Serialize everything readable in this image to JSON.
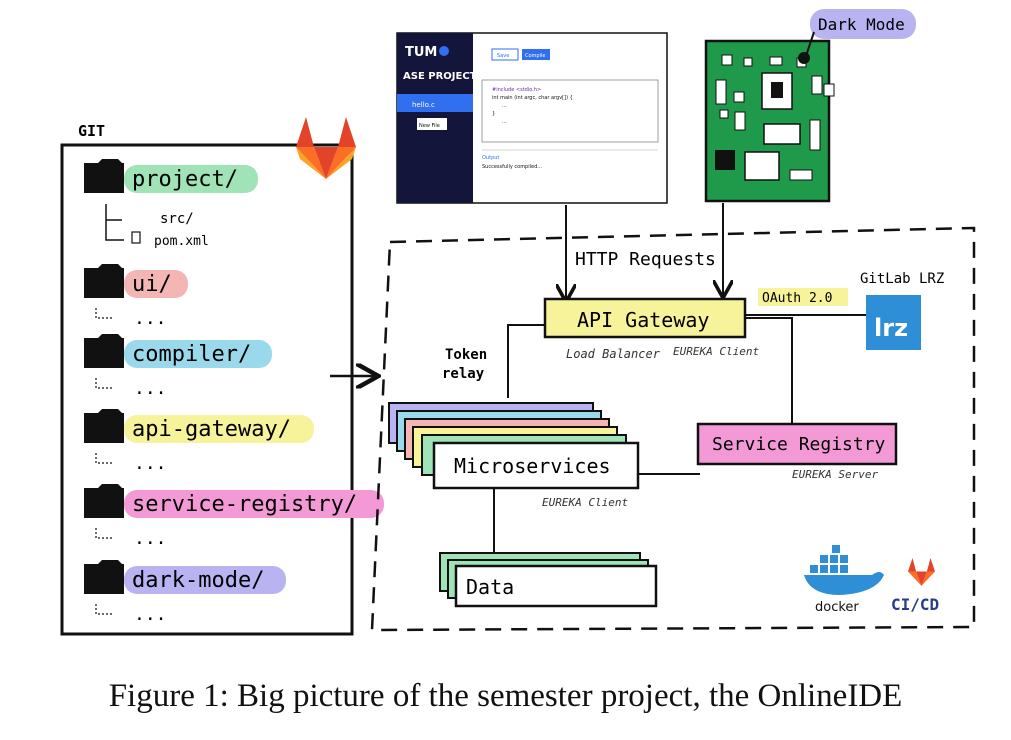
{
  "git": {
    "label": "GIT",
    "folders": [
      {
        "name": "project/",
        "color": "#9fe3b6",
        "children": [
          "src/",
          "pom.xml"
        ]
      },
      {
        "name": "ui/",
        "color": "#f4b5b5",
        "children": [
          "..."
        ]
      },
      {
        "name": "compiler/",
        "color": "#9ad9ec",
        "children": [
          "..."
        ]
      },
      {
        "name": "api-gateway/",
        "color": "#f6f39a",
        "children": [
          "..."
        ]
      },
      {
        "name": "service-registry/",
        "color": "#f39ad6",
        "children": [
          "..."
        ]
      },
      {
        "name": "dark-mode/",
        "color": "#b9b3f2",
        "children": [
          "..."
        ]
      }
    ]
  },
  "ide": {
    "logo": "TUM",
    "title": "ASE PROJECT",
    "file": "hello.c",
    "new_file": "New File",
    "save": "Save",
    "compile": "Compile",
    "code": [
      "#include <stdio.h>",
      "int main (int argc, char argv[]) {",
      "...",
      "}",
      "..."
    ],
    "output_label": "Output",
    "output": "Successfully compiled..."
  },
  "labels": {
    "dark_mode": "Dark Mode",
    "http": "HTTP Requests",
    "oauth": "OAuth 2.0",
    "gitlab_lrz": "GitLab LRZ",
    "lrz": "lrz",
    "api_gateway": "API Gateway",
    "load_balancer": "Load Balancer",
    "eureka_client_gw": "EUREKA Client",
    "token_relay": [
      "Token",
      "relay"
    ],
    "microservices": "Microservices",
    "eureka_client_ms": "EUREKA Client",
    "service_registry": "Service Registry",
    "eureka_server": "EUREKA Server",
    "data": "Data",
    "docker": "docker",
    "cicd": "CI/CD"
  },
  "colors": {
    "gateway": "#f6f39a",
    "registry": "#f39ad6",
    "lrz": "#2f8fd6",
    "board": "#1f9a4a",
    "ide_sidebar": "#14153a",
    "ide_accent": "#2f6ff0"
  },
  "caption": "Figure 1: Big picture of the semester project, the OnlineIDE"
}
